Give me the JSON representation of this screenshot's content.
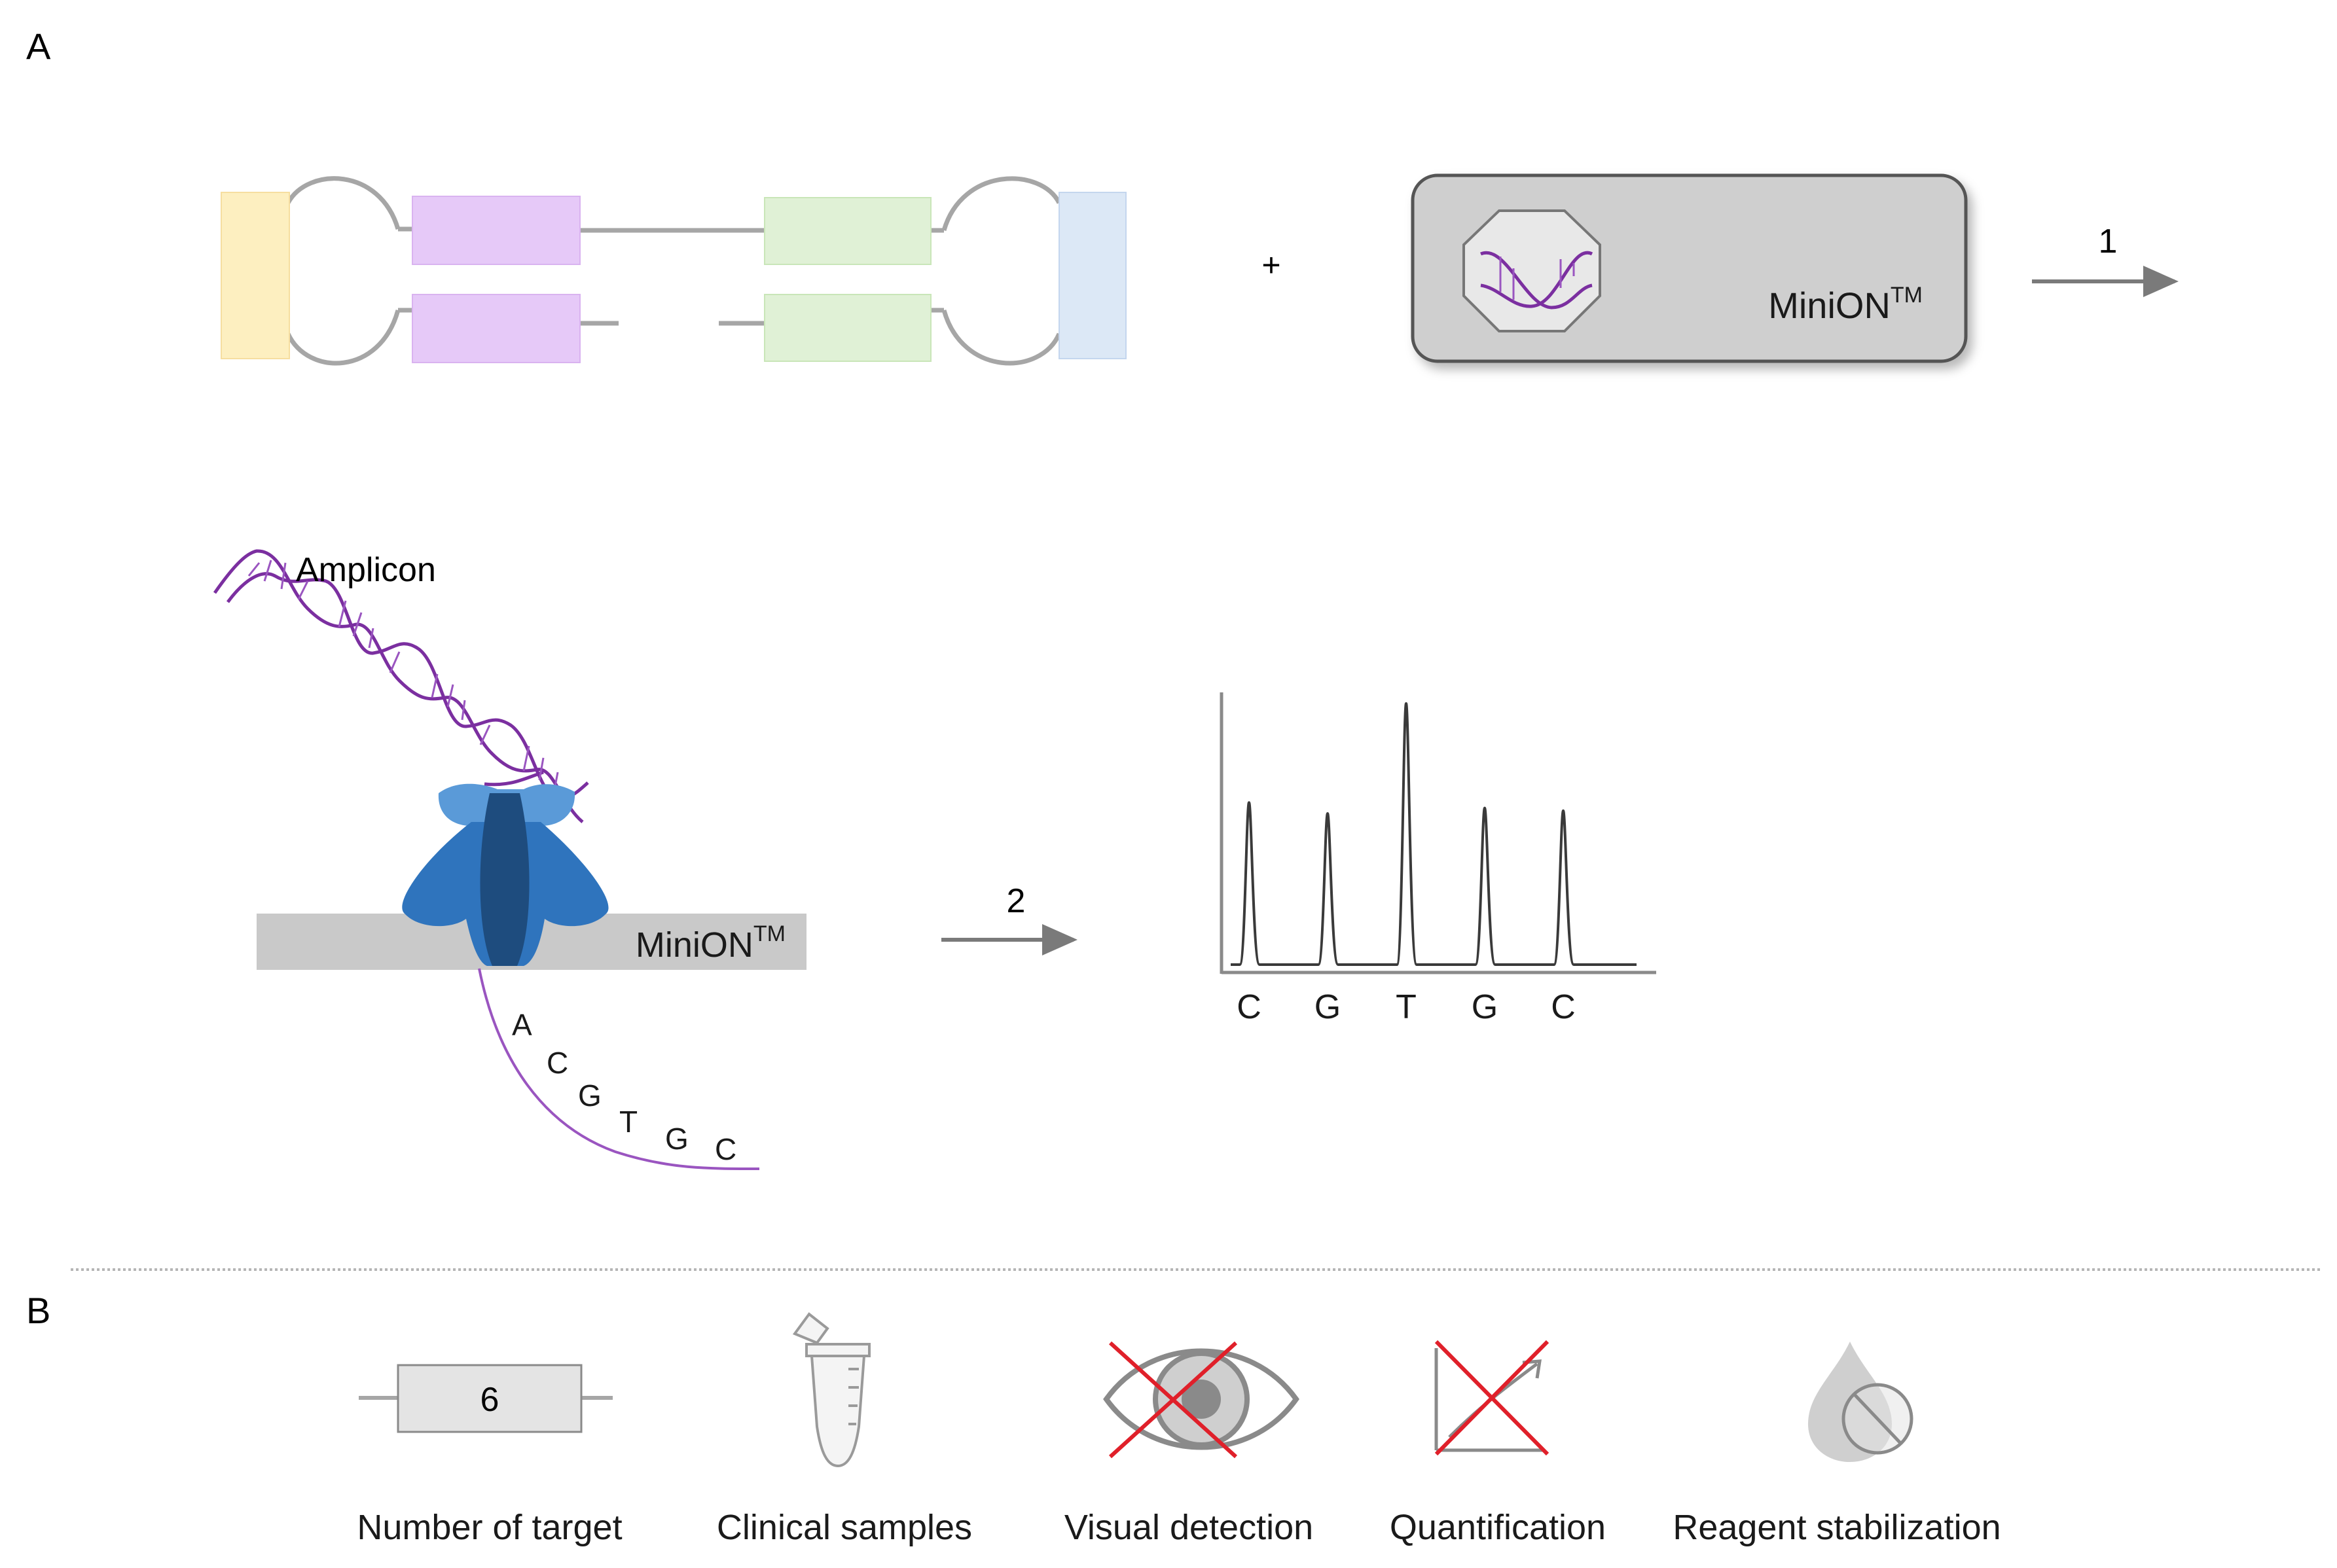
{
  "panel_a": {
    "label": "A",
    "plus_sign": "+",
    "device": {
      "brand": "MiniON",
      "trademark": "TM",
      "icon": "dna-chip-icon"
    },
    "step1": {
      "number": "1"
    },
    "step2": {
      "number": "2"
    },
    "amplicon_label": "Amplicon",
    "membrane_label": {
      "brand": "MiniON",
      "trademark": "TM"
    },
    "strand_bases": [
      "A",
      "C",
      "G",
      "T",
      "G",
      "C"
    ],
    "chromatogram": {
      "bases": [
        "C",
        "G",
        "T",
        "G",
        "C"
      ],
      "relative_peak_heights": [
        0.59,
        0.55,
        0.95,
        0.57,
        0.56
      ]
    },
    "colors": {
      "yellow_primer": "#fdefc0",
      "purple_primer": "#e6c9f8",
      "green_primer": "#e0f1d6",
      "blue_primer": "#dce8f6",
      "dna_purple": "#7b2fa0",
      "nanopore_blue": "#2f74bd",
      "nanopore_dark": "#1e4c7e",
      "device_gray": "#cfcfcf"
    }
  },
  "panel_b": {
    "label": "B",
    "target_count": "6",
    "features": [
      {
        "label": "Number of target",
        "icon": "target-count-icon",
        "available": true
      },
      {
        "label": "Clinical samples",
        "icon": "sample-tube-icon",
        "available": true
      },
      {
        "label": "Visual detection",
        "icon": "eye-icon",
        "available": false
      },
      {
        "label": "Quantification",
        "icon": "quantification-chart-icon",
        "available": false
      },
      {
        "label": "Reagent stabilization",
        "icon": "reagent-drop-icon",
        "available": true
      }
    ],
    "cross_color": "#e0202a"
  }
}
